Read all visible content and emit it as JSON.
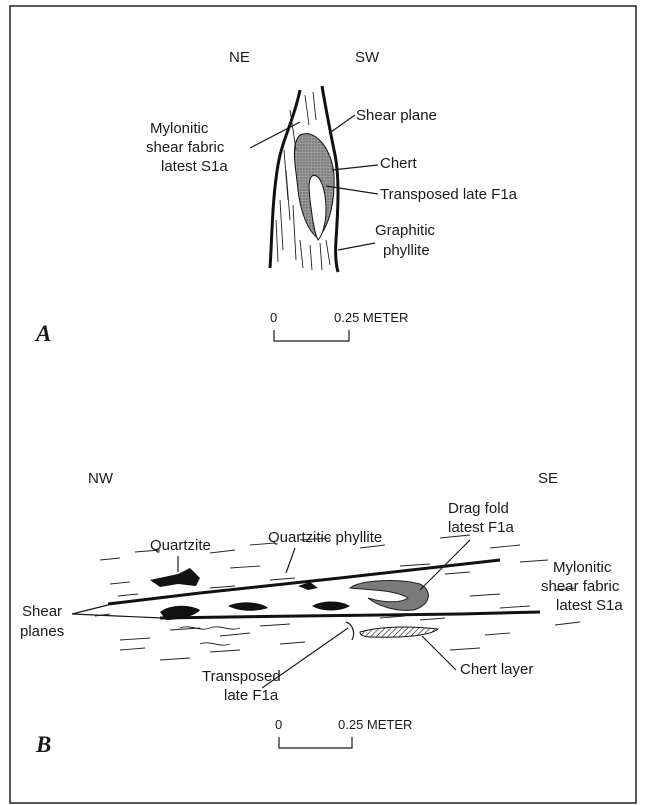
{
  "panel_a": {
    "letter": "A",
    "dir_left": "NE",
    "dir_right": "SW",
    "label_shear_plane": "Shear plane",
    "label_mylonitic": [
      "Mylonitic",
      "shear fabric",
      "latest S1a"
    ],
    "label_chert": "Chert",
    "label_transposed": "Transposed late F1a",
    "label_graphitic": [
      "Graphitic",
      "phyllite"
    ],
    "scale_zero": "0",
    "scale_value": "0.25 METER"
  },
  "panel_b": {
    "letter": "B",
    "dir_left": "NW",
    "dir_right": "SE",
    "label_quartzite": "Quartzite",
    "label_quartzitic_phyllite": "Quartzitic phyllite",
    "label_drag_fold": [
      "Drag fold",
      "latest F1a"
    ],
    "label_mylonitic": [
      "Mylonitic",
      "shear fabric",
      "latest S1a"
    ],
    "label_shear_planes": [
      "Shear",
      "planes"
    ],
    "label_transposed": [
      "Transposed",
      "late F1a"
    ],
    "label_chert_layer": "Chert layer",
    "scale_zero": "0",
    "scale_value": "0.25 METER"
  },
  "colors": {
    "ink": "#1a1a1a",
    "chert_fill": "#8a8a8a",
    "paper": "#ffffff"
  }
}
